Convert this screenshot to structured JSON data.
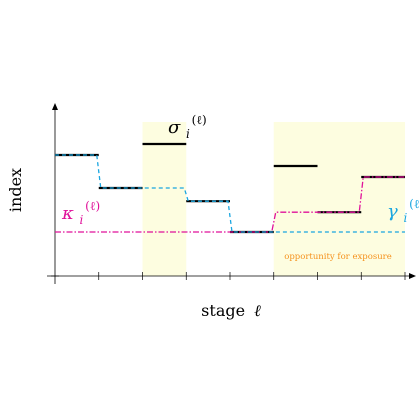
{
  "labels": {
    "y_axis": "index",
    "x_axis_word": "stage",
    "x_axis_var": "ℓ",
    "sigma_symbol": "σ",
    "kappa_symbol": "κ",
    "gamma_symbol": "γ",
    "subscript_i": "i",
    "superscript_ell": "(ℓ)",
    "exposure_note": "opportunity for exposure"
  },
  "colors": {
    "sigma": "#000000",
    "kappa": "#e0119a",
    "gamma": "#1aa6e0",
    "exposure_note": "#f5921e",
    "highlight": "#fdfde0",
    "axis": "#000000"
  },
  "diagram": {
    "stages": 8,
    "highlighted_stage_spans": [
      [
        2,
        3
      ],
      [
        5,
        8
      ]
    ],
    "sigma_levels": [
      5.5,
      4.0,
      null,
      6.0,
      3.4,
      2.0,
      5.0,
      null,
      4.5
    ],
    "sigma_segments": [
      {
        "from": 0,
        "to": 1,
        "level": 5.5
      },
      {
        "from": 1,
        "to": 2,
        "level": 4.0
      },
      {
        "from": 2,
        "to": 3,
        "level": 6.0
      },
      {
        "from": 3,
        "to": 4,
        "level": 3.4
      },
      {
        "from": 4,
        "to": 5,
        "level": 2.0
      },
      {
        "from": 5,
        "to": 6,
        "level": 5.0
      },
      {
        "from": 6,
        "to": 7,
        "level": 2.9
      },
      {
        "from": 7,
        "to": 8,
        "level": 4.5
      }
    ],
    "gamma_segments": [
      {
        "from": 0,
        "to": 1,
        "level": 5.5
      },
      {
        "from": 1,
        "to": 3,
        "level": 4.0
      },
      {
        "from": 3,
        "to": 4,
        "level": 3.4
      },
      {
        "from": 4,
        "to": 8,
        "level": 2.0
      }
    ],
    "kappa_segments": [
      {
        "from": 0,
        "to": 5,
        "level": 2.0
      },
      {
        "from": 5,
        "to": 7,
        "level": 2.9
      },
      {
        "from": 7,
        "to": 8,
        "level": 4.5
      }
    ]
  }
}
